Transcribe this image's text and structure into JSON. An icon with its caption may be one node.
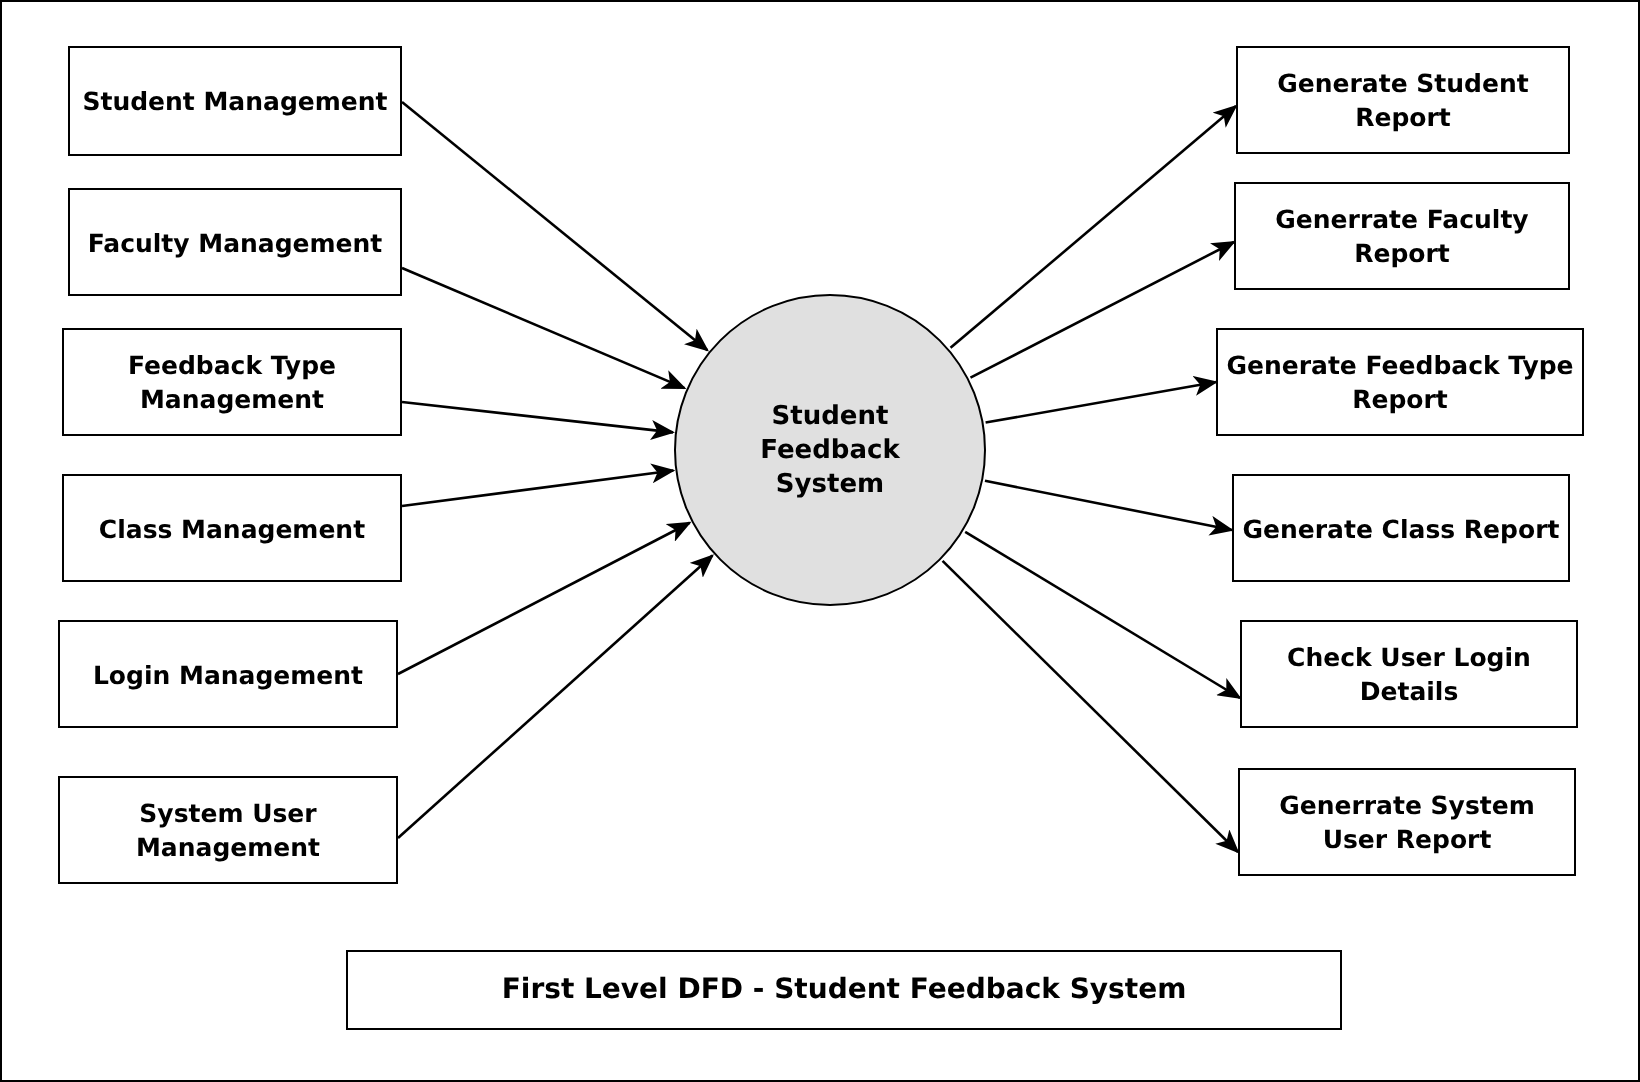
{
  "diagram": {
    "title": "First Level DFD - Student Feedback System",
    "nodes": [
      {
        "text": [
          "Student Management"
        ]
      },
      {
        "text": [
          "Faculty Management"
        ]
      },
      {
        "text": [
          "Feedback Type Management"
        ]
      },
      {
        "text": [
          "Class Management"
        ]
      },
      {
        "text": [
          "Login Management"
        ]
      },
      {
        "text": [
          "System User Management"
        ]
      },
      {
        "text": [
          "Student Feedback System"
        ]
      },
      {
        "text": [
          "Generate Student Report"
        ]
      },
      {
        "text": [
          "Generrate Faculty Report"
        ]
      },
      {
        "text": [
          "Generate Feedback Type Report"
        ]
      },
      {
        "text": [
          "Generate Class Report"
        ]
      },
      {
        "text": [
          "Check User Login Details"
        ]
      },
      {
        "text": [
          "Generrate System User Report"
        ]
      }
    ],
    "edges": [
      {
        "from": 0,
        "to": 6,
        "arrow": "to"
      },
      {
        "from": 1,
        "to": 6,
        "arrow": "to"
      },
      {
        "from": 2,
        "to": 6,
        "arrow": "to"
      },
      {
        "from": 3,
        "to": 6,
        "arrow": "to"
      },
      {
        "from": 4,
        "to": 6,
        "arrow": "to"
      },
      {
        "from": 5,
        "to": 6,
        "arrow": "to"
      },
      {
        "from": 6,
        "to": 7,
        "arrow": "to"
      },
      {
        "from": 6,
        "to": 8,
        "arrow": "to"
      },
      {
        "from": 6,
        "to": 9,
        "arrow": "to"
      },
      {
        "from": 6,
        "to": 10,
        "arrow": "to"
      },
      {
        "from": 6,
        "to": 11,
        "arrow": "to"
      },
      {
        "from": 6,
        "to": 12,
        "arrow": "to"
      }
    ]
  }
}
